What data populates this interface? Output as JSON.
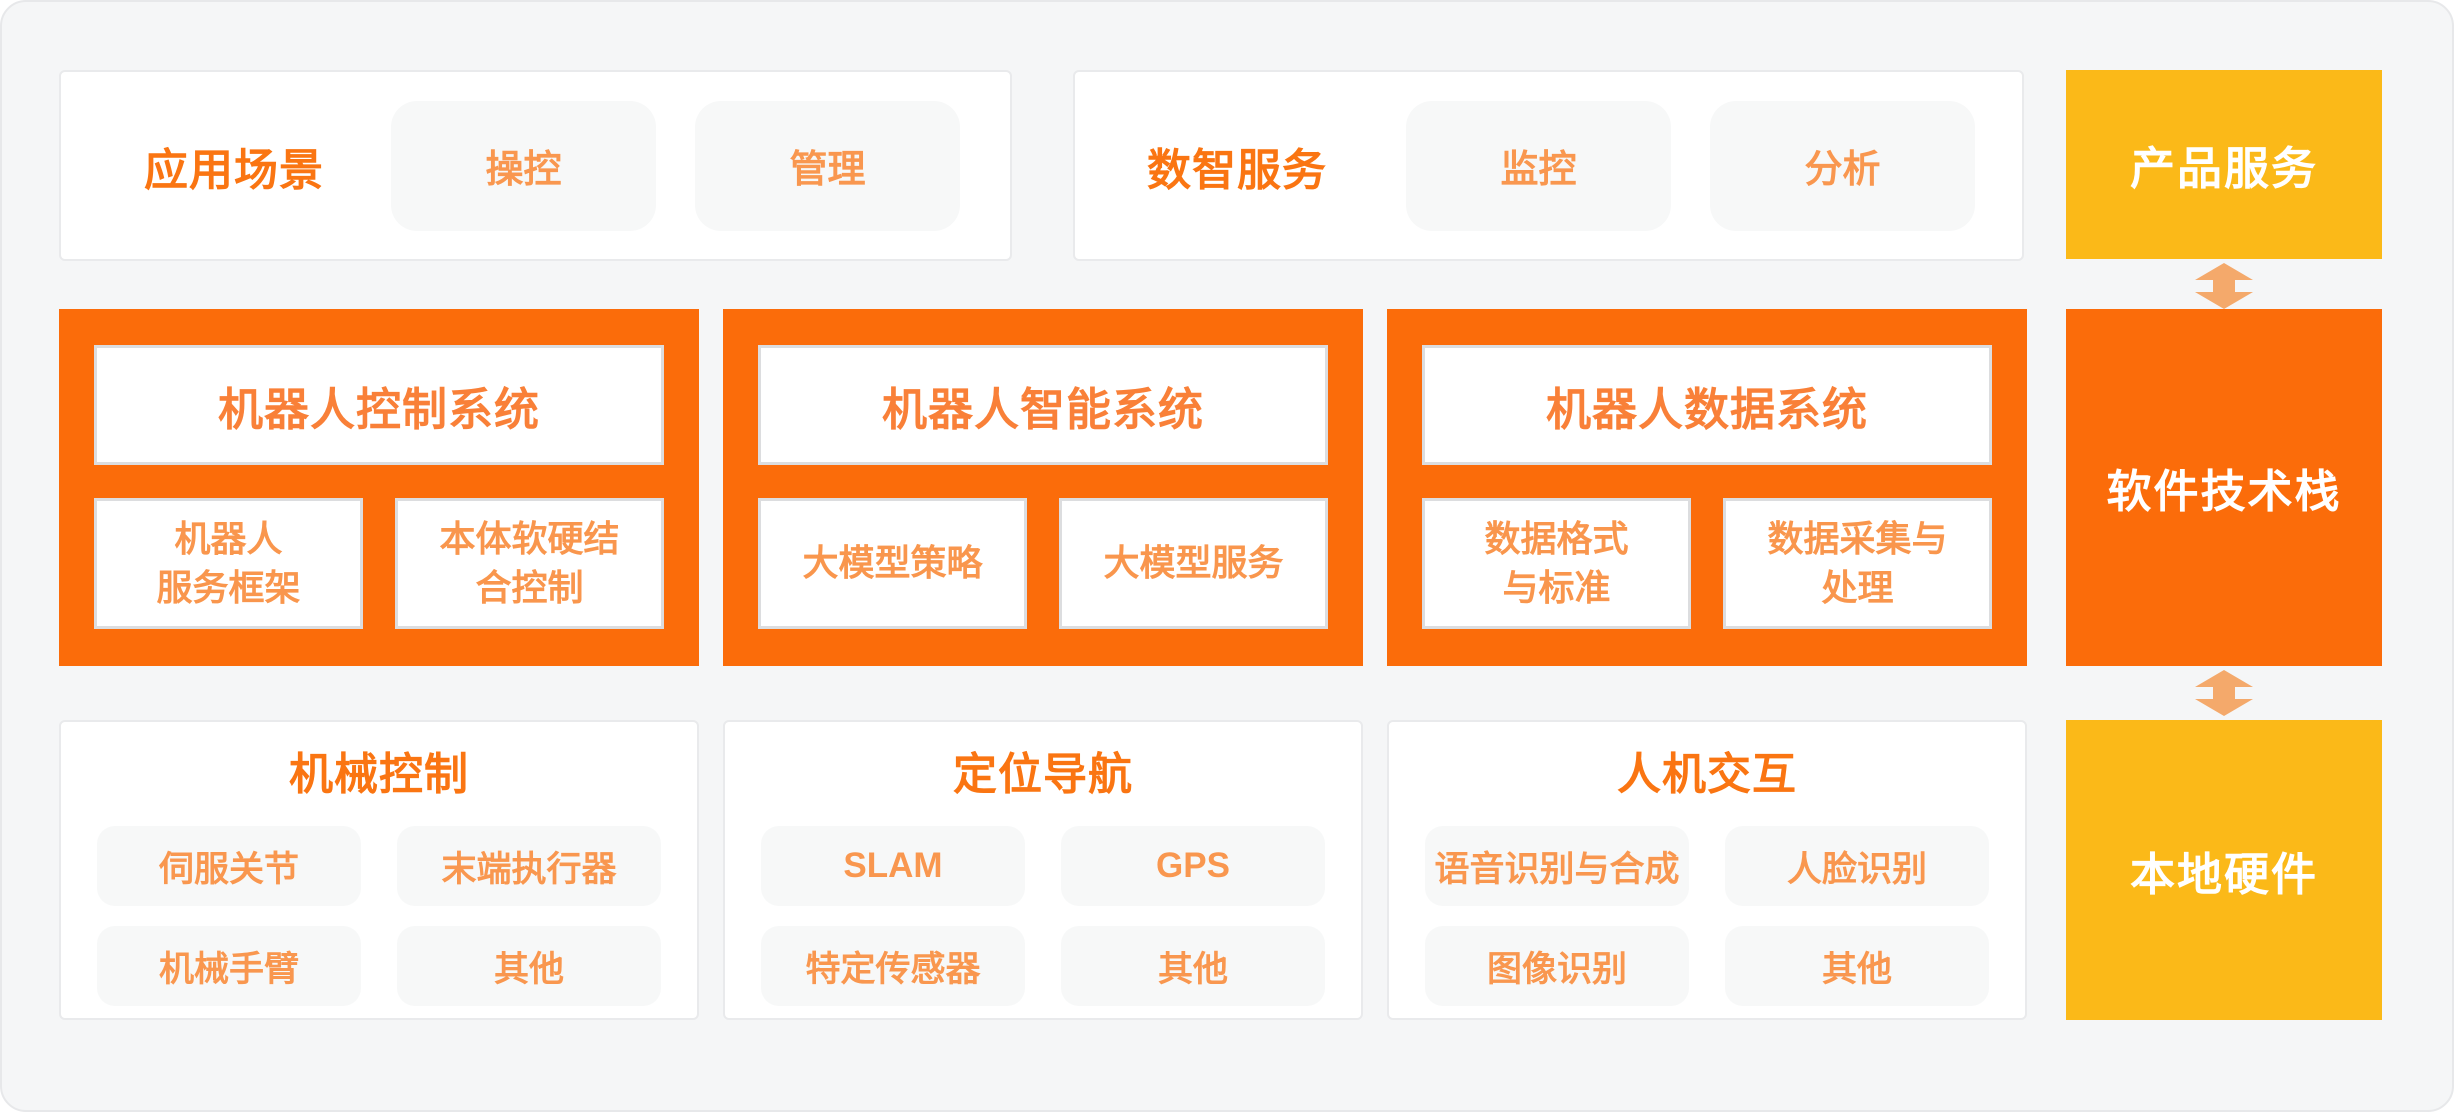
{
  "colors": {
    "bg": "#f5f6f7",
    "accent_orange": "#fb6c0a",
    "brand_yellow": "#fbb918",
    "title_orange": "#fa7512",
    "inner_title_orange": "#f98038",
    "sub_text": "#f9964d",
    "chip_text": "#f9974f",
    "chip_bg": "#f7f8f8",
    "arrow_orange": "#f4a96b"
  },
  "top_row": [
    {
      "title": "应用场景",
      "chips": [
        "操控",
        "管理"
      ]
    },
    {
      "title": "数智服务",
      "chips": [
        "监控",
        "分析"
      ]
    }
  ],
  "middle_row": [
    {
      "title": "机器人控制系统",
      "items": [
        "机器人\n服务框架",
        "本体软硬结\n合控制"
      ]
    },
    {
      "title": "机器人智能系统",
      "items": [
        "大模型策略",
        "大模型服务"
      ]
    },
    {
      "title": "机器人数据系统",
      "items": [
        "数据格式\n与标准",
        "数据采集与\n处理"
      ]
    }
  ],
  "bottom_row": [
    {
      "title": "机械控制",
      "chips": [
        "伺服关节",
        "末端执行器",
        "机械手臂",
        "其他"
      ]
    },
    {
      "title": "定位导航",
      "chips": [
        "SLAM",
        "GPS",
        "特定传感器",
        "其他"
      ]
    },
    {
      "title": "人机交互",
      "chips": [
        "语音识别与合成",
        "人脸识别",
        "图像识别",
        "其他"
      ]
    }
  ],
  "side_column": [
    {
      "label": "产品服务"
    },
    {
      "label": "软件技术栈"
    },
    {
      "label": "本地硬件"
    }
  ]
}
